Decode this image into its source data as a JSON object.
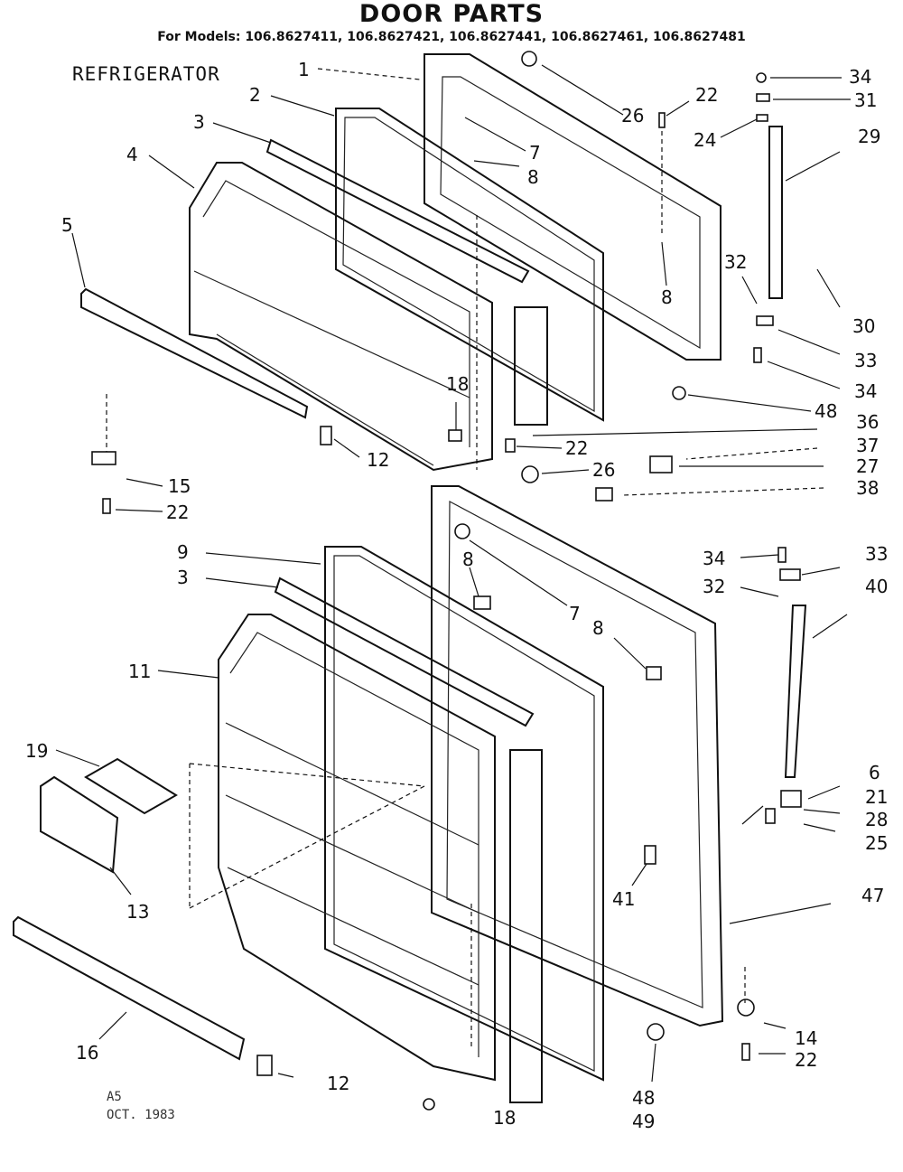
{
  "title": "DOOR PARTS",
  "models": "For Models: 106.8627411, 106.8627421, 106.8627441, 106.8627461, 106.8627481",
  "section": "REFRIGERATOR",
  "footer": {
    "code": "A5",
    "date": "OCT. 1983"
  },
  "callouts": [
    "1",
    "2",
    "3",
    "4",
    "5",
    "26",
    "22",
    "7",
    "8",
    "34",
    "31",
    "24",
    "29",
    "8",
    "32",
    "30",
    "33",
    "34",
    "18",
    "48",
    "36",
    "12",
    "22",
    "37",
    "27",
    "26",
    "38",
    "15",
    "22",
    "9",
    "3",
    "8",
    "34",
    "33",
    "32",
    "40",
    "7",
    "8",
    "11",
    "19",
    "6",
    "21",
    "28",
    "25",
    "41",
    "13",
    "47",
    "16",
    "12",
    "18",
    "48",
    "49",
    "14",
    "22"
  ]
}
